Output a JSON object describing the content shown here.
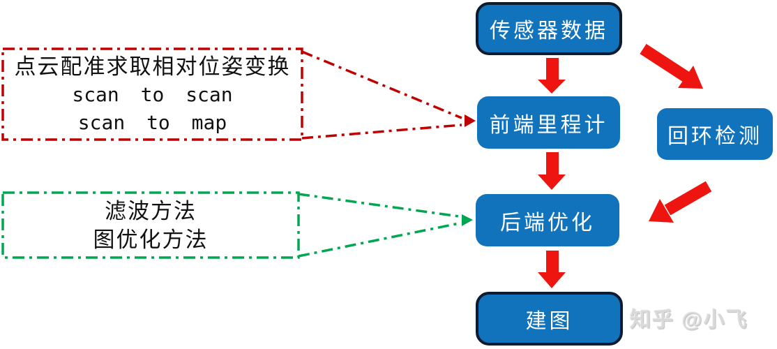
{
  "nodes": [
    {
      "id": "sensor-data",
      "label": "传感器数据"
    },
    {
      "id": "front-end-odometry",
      "label": "前端里程计"
    },
    {
      "id": "back-end-optimization",
      "label": "后端优化"
    },
    {
      "id": "mapping",
      "label": "建图"
    },
    {
      "id": "loop-closure",
      "label": "回环检测"
    }
  ],
  "annotations": [
    {
      "id": "front-end-note",
      "lines": [
        "点云配准求取相对位姿变换",
        "scan to scan",
        "scan to map"
      ],
      "frame_style": "dash-dot",
      "points_to": "front-end-odometry"
    },
    {
      "id": "back-end-note",
      "lines": [
        "滤波方法",
        "图优化方法"
      ],
      "frame_style": "dash-dot",
      "points_to": "back-end-optimization"
    }
  ],
  "watermark": {
    "text": "知乎 @小飞"
  },
  "colors": {
    "node_fill": "#1173bb",
    "node_border": "#0e1b2e",
    "node_text": "#ffffff",
    "arrow_red": "#ee1410",
    "frame_red": "#c00000",
    "frame_green": "#00a650",
    "note_text": "#111111",
    "watermark_gray": "#d9d9d9"
  }
}
